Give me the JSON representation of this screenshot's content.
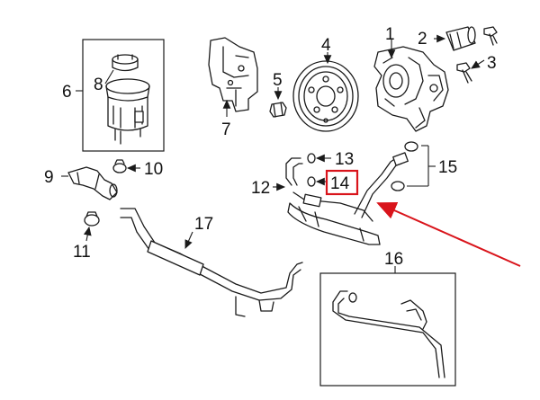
{
  "callouts": {
    "c1": "1",
    "c2": "2",
    "c3": "3",
    "c4": "4",
    "c5": "5",
    "c6": "6",
    "c7": "7",
    "c8": "8",
    "c9": "9",
    "c10": "10",
    "c11": "11",
    "c12": "12",
    "c13": "13",
    "c14": "14",
    "c15": "15",
    "c16": "16",
    "c17": "17"
  },
  "highlight": {
    "callout": "14",
    "color": "#d9141b"
  },
  "colors": {
    "line": "#1a1a1a",
    "accent": "#d9141b",
    "background": "#ffffff"
  }
}
